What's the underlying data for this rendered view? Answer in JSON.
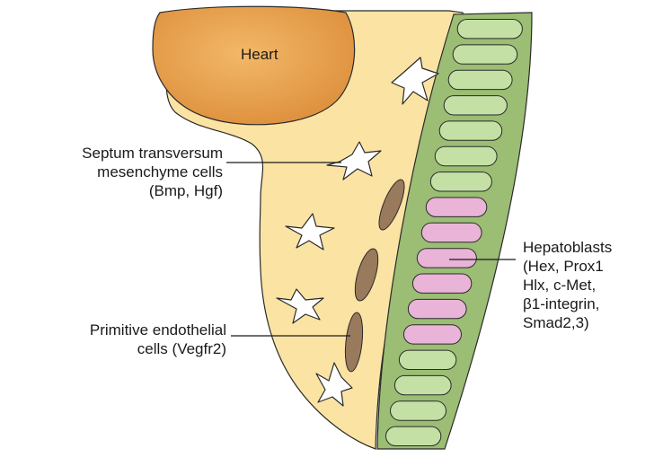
{
  "colors": {
    "mesenchyme_fill": "#fbe3a4",
    "heart_fill": "#e9a24d",
    "endoderm_fill": "#9bbd74",
    "hepatoblast_fill": "#e9b4d8",
    "endoderm_cell_fill": "#c4e0a4",
    "endothelial_fill": "#9a7a5c",
    "outline": "#2a2a2a"
  },
  "labels": {
    "heart": "Heart",
    "septum": {
      "line1": "Septum transversum",
      "line2": "mesenchyme cells",
      "line3": "(Bmp, Hgf)"
    },
    "endothelial": {
      "line1": "Primitive endothelial",
      "line2": "cells (Vegfr2)"
    },
    "hepatoblasts": {
      "line1": "Hepatoblasts",
      "line2": "(Hex, Prox1",
      "line3": "Hlx, c-Met,",
      "line4": "β1-integrin,",
      "line5": "Smad2,3)"
    }
  }
}
